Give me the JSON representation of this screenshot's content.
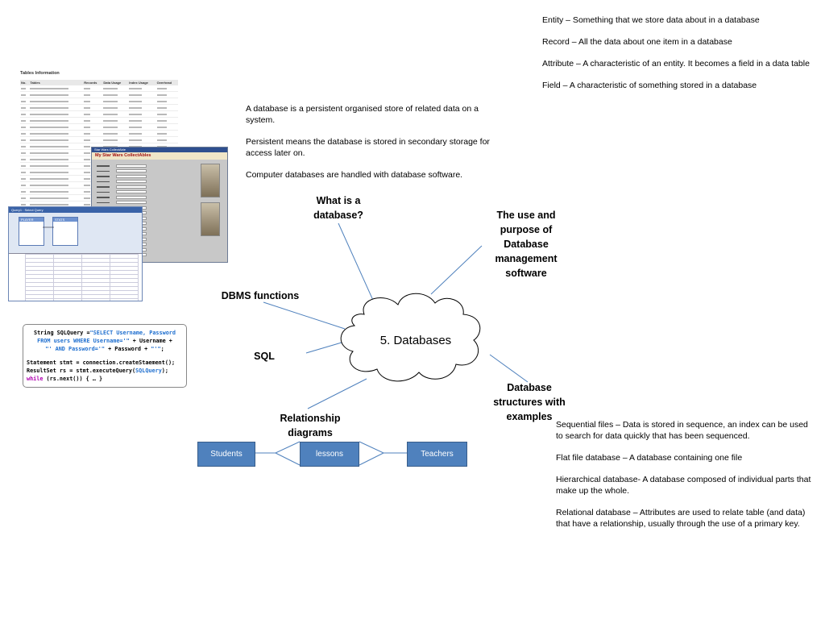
{
  "definitions": [
    "Entity – Something that we store data about in a database",
    "Record – All the data about one item in a database",
    "Attribute – A characteristic of an entity. It becomes a field in a data table",
    "Field – A characteristic of something stored in a database"
  ],
  "intro": [
    "A database is a persistent organised store of related data on a system.",
    "Persistent means the database is stored in secondary storage for access later on.",
    "Computer databases are handled with database software."
  ],
  "mindmap": {
    "center": "5. Databases",
    "branches": {
      "what_is": "What is a database?",
      "use_purpose": "The use and purpose of Database management software",
      "dbms_functions": "DBMS functions",
      "sql": "SQL",
      "structures": "Database structures with examples",
      "relationship": "Relationship diagrams"
    },
    "line_color": "#4f81bd"
  },
  "er_diagram": {
    "entities": [
      "Students",
      "lessons",
      "Teachers"
    ],
    "fill": "#4f81bd"
  },
  "structures_notes": [
    "Sequential files – Data is stored in sequence, an index can be used to search for data quickly that has been sequenced.",
    "Flat file database – A database containing one file",
    "Hierarchical database- A database composed of individual parts that make up the whole.",
    "Relational database – Attributes are used to relate table (and data) that have a relationship, usually through the use of a primary key."
  ],
  "code": {
    "l1a": "String SQLQuery =",
    "l1b": "\"SELECT Username, Password",
    "l2a": "FROM users WHERE Username='\"",
    "l2b": " + Username +",
    "l3a": "\"' AND Password='\"",
    "l3b": " + Password +",
    "l3c": "\"'\"",
    "l3d": ";",
    "l4": "Statement stmt = connection.createStaement();",
    "l5a": "ResultSet rs = stmt.executeQuery(",
    "l5b": "SQLQuery",
    "l5c": ");",
    "l6a": "while",
    "l6b": " (rs.next()) { … }"
  },
  "screens": {
    "tables_title": "Tables Information",
    "tables_headers": [
      "No.",
      "Tables",
      "Records",
      "Data Usage",
      "Index Usage",
      "Overhead"
    ],
    "form_title": "Star Wars CollectAble",
    "form_heading": "My Star Wars CollectAbles",
    "query_title": "Query1 : Select Query",
    "query_tables": [
      "PLAYER",
      "STATS"
    ]
  }
}
